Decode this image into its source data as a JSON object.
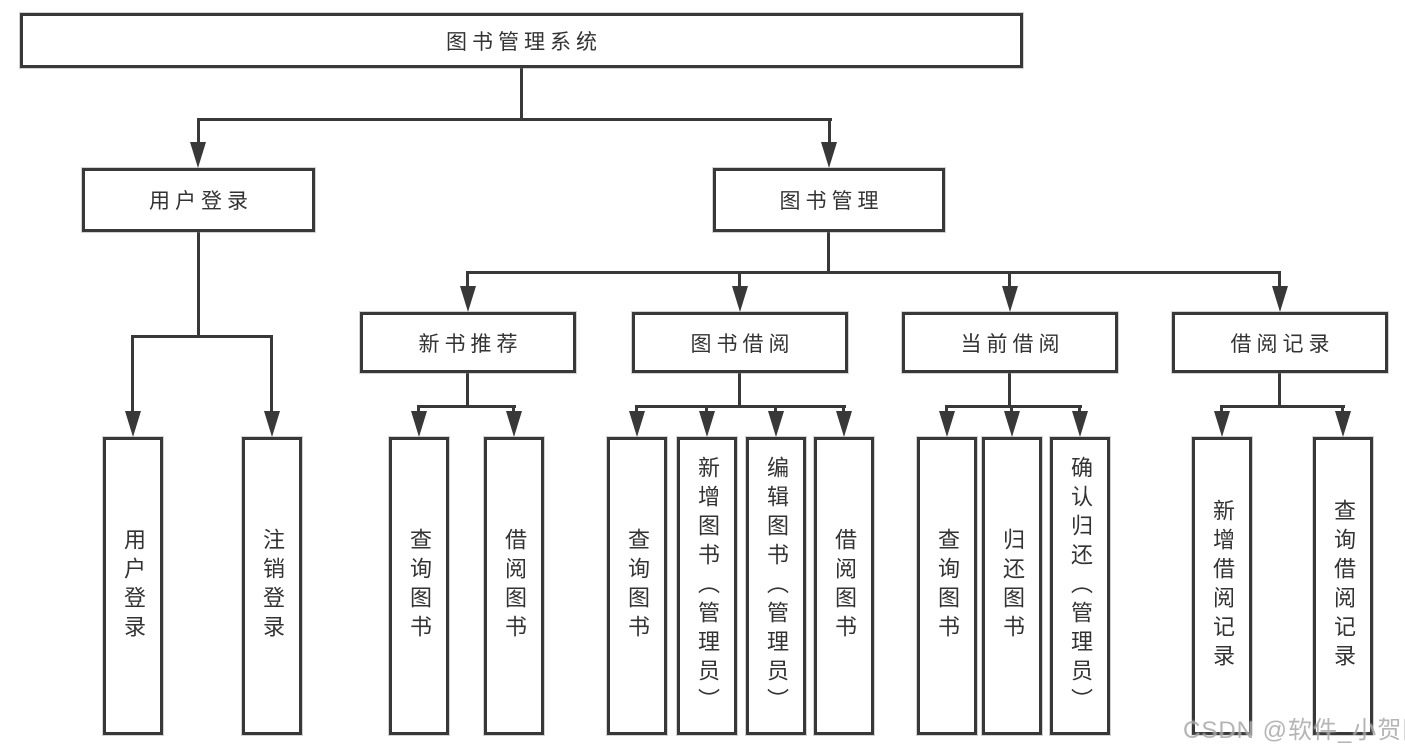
{
  "tree": {
    "root": {
      "label": "图书管理系统"
    },
    "level2": {
      "user_login": {
        "label": "用户登录"
      },
      "book_mgmt": {
        "label": "图书管理"
      }
    },
    "level3": {
      "new_books": {
        "label": "新书推荐"
      },
      "book_borrow": {
        "label": "图书借阅"
      },
      "current_borrow": {
        "label": "当前借阅"
      },
      "borrow_records": {
        "label": "借阅记录"
      }
    },
    "leaves": {
      "user_login": [
        "用户登录",
        "注销登录"
      ],
      "new_books": [
        "查询图书",
        "借阅图书"
      ],
      "book_borrow": [
        "查询图书",
        "新增图书（管理员）",
        "编辑图书（管理员）",
        "借阅图书"
      ],
      "current_borrow": [
        "查询图书",
        "归还图书",
        "确认归还（管理员）"
      ],
      "borrow_records": [
        "新增借阅记录",
        "查询借阅记录"
      ]
    }
  },
  "watermark": "CSDN @软件_小贺同学",
  "colors": {
    "line": "#383838",
    "text": "#333333",
    "watermark": "#a9a9a9",
    "background": "#ffffff"
  }
}
